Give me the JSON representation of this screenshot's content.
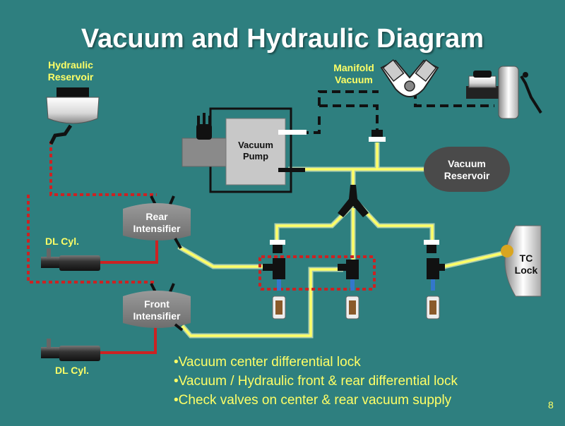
{
  "title": "Vacuum and Hydraulic Diagram",
  "labels": {
    "hydraulic_reservoir": "Hydraulic\nReservoir",
    "manifold_vacuum": "Manifold\nVacuum",
    "vacuum_pump": "Vacuum\nPump",
    "vacuum_reservoir": "Vacuum\nReservoir",
    "rear_intensifier": "Rear\nIntensifier",
    "front_intensifier": "Front\nIntensifier",
    "dl_cyl_rear": "DL Cyl.",
    "dl_cyl_front": "DL Cyl.",
    "tc_lock": "TC\nLock"
  },
  "bullets": [
    "Vacuum center differential lock",
    "Vacuum / Hydraulic front & rear differential lock",
    "Check valves on center & rear vacuum supply"
  ],
  "page_number": "8",
  "colors": {
    "background": "#2e7f7f",
    "vacuum_line": "#ffff66",
    "hydraulic_line": "#cc2222",
    "manifold_line": "#111111",
    "label_text": "#ffff66",
    "component_gray": "#8a8a8a",
    "reservoir_dark": "#4a4a4a"
  }
}
